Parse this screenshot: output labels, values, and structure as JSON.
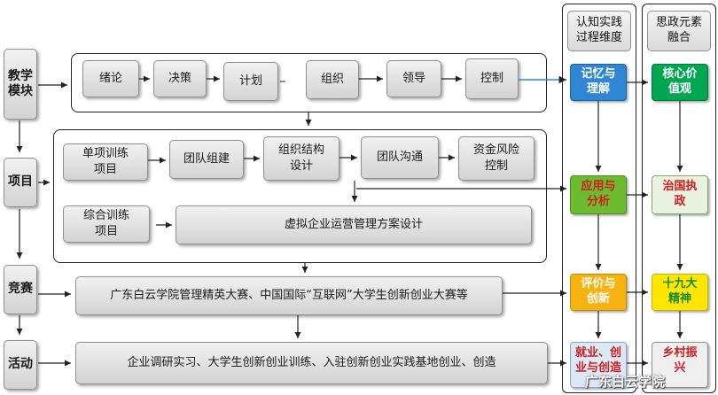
{
  "left_column": {
    "module": "教学模块",
    "project": "项目",
    "competition": "竞赛",
    "activity": "活动"
  },
  "module_row": [
    "绪论",
    "决策",
    "计划",
    "组织",
    "领导",
    "控制"
  ],
  "project_row1": [
    "单项训练\n项目",
    "团队组建",
    "组织结构\n设计",
    "团队沟通",
    "资金风险\n控制"
  ],
  "project_row2": {
    "label": "综合训练\n项目",
    "main": "虚拟企业运营管理方案设计"
  },
  "competition_text": "广东白云学院管理精英大赛、中国国际“互联网”大学生创新创业大赛等",
  "activity_text": "企业调研实习、大学生创新创业训练、入驻创新创业实践基地创业、创造",
  "cognition": {
    "header": "认知实践\n过程维度",
    "items": [
      "记忆与\n理解",
      "应用与\n分析",
      "评价与\n创新",
      "就业、创\n业与创造"
    ]
  },
  "ideology": {
    "header": "思政元素\n融合",
    "items": [
      "核心价\n值观",
      "治国执\n政",
      "十九大\n精神",
      "乡村振\n兴"
    ]
  },
  "watermark": "广东白云学院",
  "colors": {
    "blue": "#2f86d6",
    "green": "#6dbb2e",
    "gold": "#f6b20f",
    "bright_green": "#00a651",
    "yellow": "#ffe600",
    "red_text": "#cc1f1f"
  }
}
